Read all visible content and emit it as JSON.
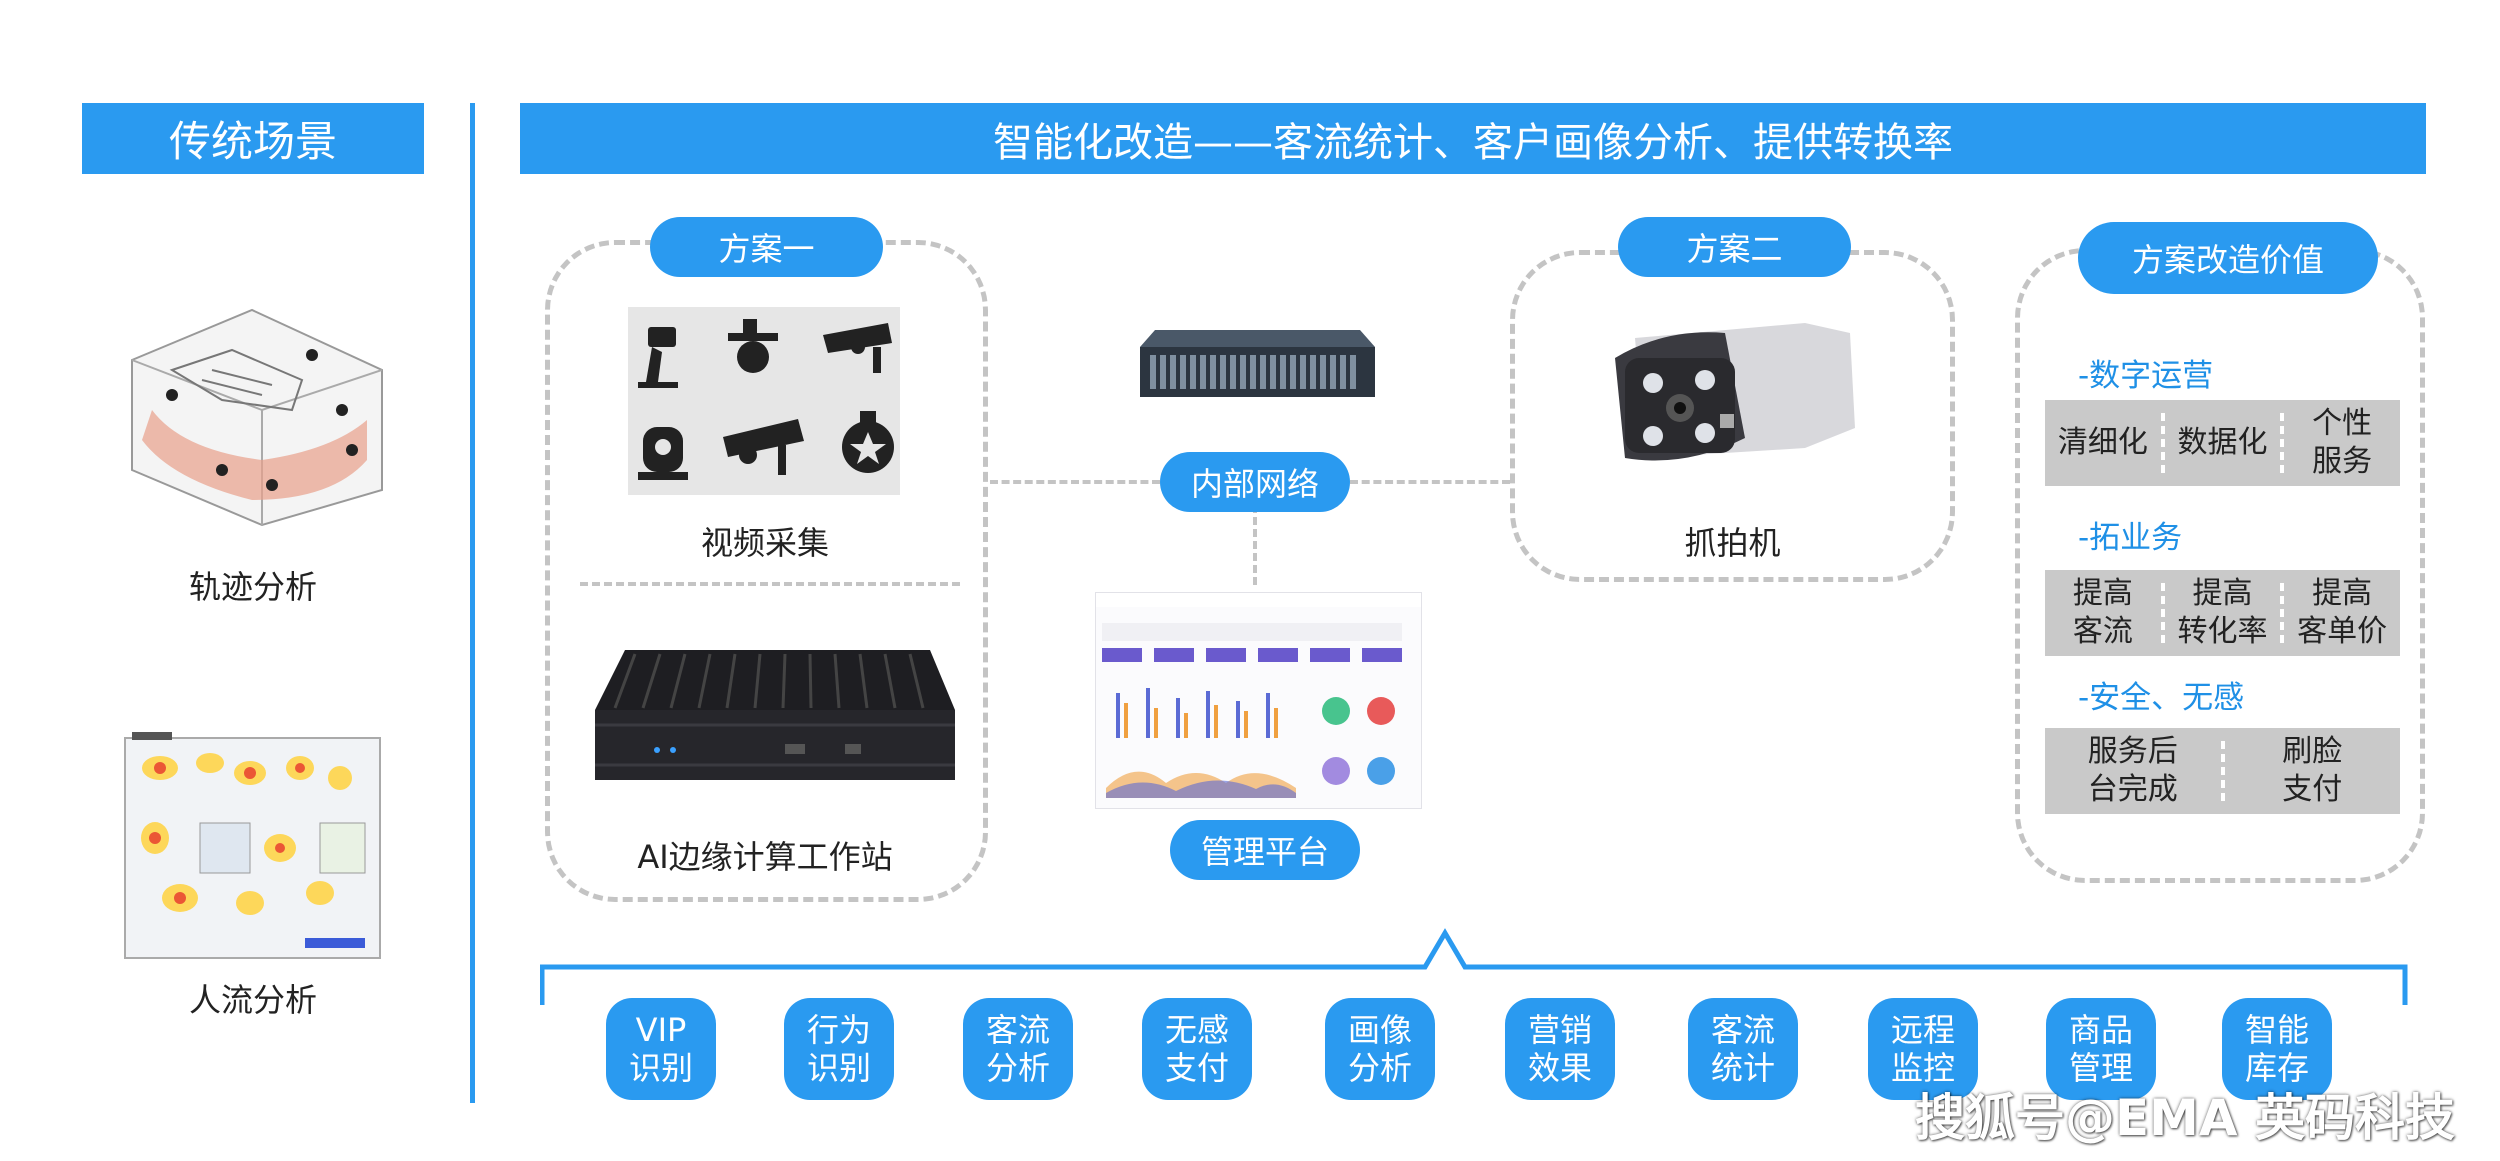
{
  "left": {
    "title": "传统场景",
    "items": [
      {
        "label": "轨迹分析"
      },
      {
        "label": "人流分析"
      }
    ]
  },
  "main": {
    "title": "智能化改造——客流统计、客户画像分析、提供转换率",
    "plan1": {
      "label": "方案一",
      "video_caption": "视频采集",
      "edge_caption": "AI边缘计算工作站"
    },
    "network_label": "内部网络",
    "platform_label": "管理平台",
    "plan2": {
      "label": "方案二",
      "camera_caption": "抓拍机"
    },
    "value": {
      "title": "方案改造价值",
      "groups": [
        {
          "heading": "-数字运营",
          "cells": [
            "清细化",
            "数据化",
            "个性\n服务"
          ]
        },
        {
          "heading": "-拓业务",
          "cells": [
            "提高\n客流",
            "提高\n转化率",
            "提高\n客单价"
          ]
        },
        {
          "heading": "-安全、无感",
          "cells": [
            "服务后\n台完成",
            "刷脸\n支付"
          ]
        }
      ]
    },
    "features": [
      "VIP\n识别",
      "行为\n识别",
      "客流\n分析",
      "无感\n支付",
      "画像\n分析",
      "营销\n效果",
      "客流\n统计",
      "远程\n监控",
      "商品\n管理",
      "智能\n库存"
    ]
  },
  "watermark": "搜狐号@EMA 英码科技",
  "colors": {
    "accent": "#2a9af0",
    "dash": "#c4c4c4",
    "value_box": "#c9c9c9"
  }
}
